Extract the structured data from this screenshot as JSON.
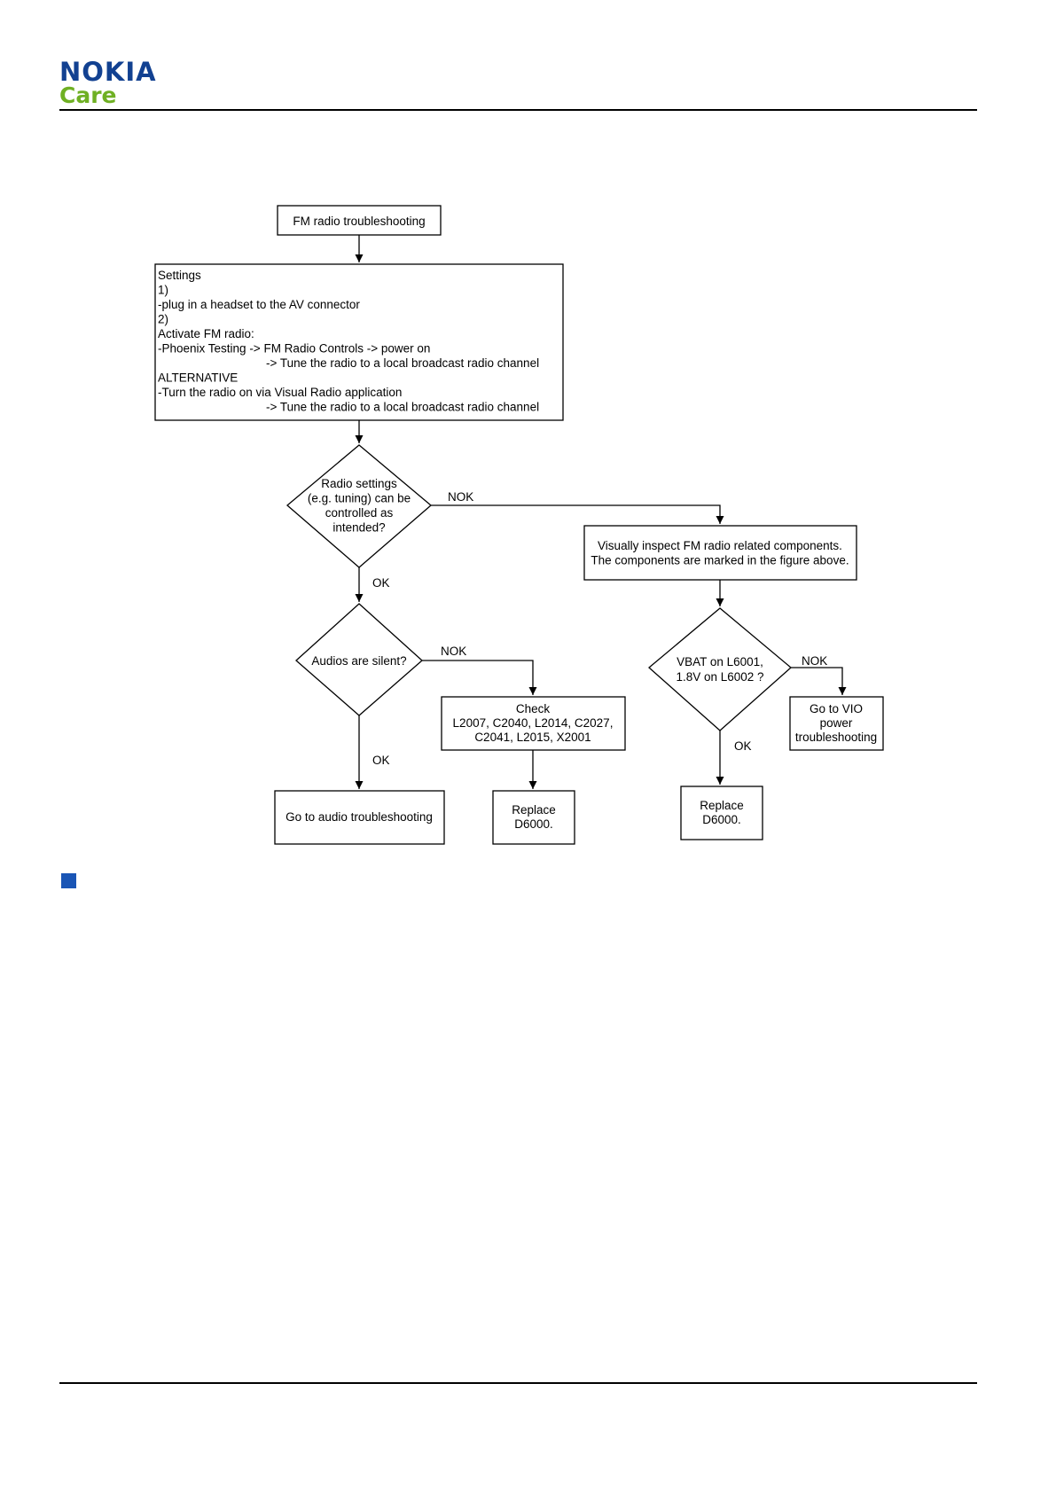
{
  "header": {
    "brand": "NOKIA",
    "sub_brand": "Care",
    "colors": {
      "brand": "#124191",
      "sub_brand": "#6fb023",
      "bullet": "#1a55b5"
    }
  },
  "flowchart": {
    "start": [
      "FM radio troubleshooting"
    ],
    "settings": [
      "Settings",
      "1)",
      "-plug in a headset to the AV connector",
      "2)",
      "Activate FM radio:",
      "-Phoenix Testing -> FM Radio Controls -> power on",
      "-> Tune the radio to a local broadcast radio channel",
      "ALTERNATIVE",
      "-Turn the radio on via Visual Radio application",
      "-> Tune the radio to a local broadcast radio channel"
    ],
    "decision_radio": [
      "Radio settings",
      "(e.g. tuning) can be",
      "controlled as",
      "intended?"
    ],
    "inspect": [
      "Visually inspect FM radio related components.",
      "The components are marked in the figure above."
    ],
    "decision_audio": [
      "Audios are silent?"
    ],
    "check": [
      "Check",
      "L2007, C2040, L2014, C2027,",
      "C2041, L2015, X2001"
    ],
    "decision_vbat": [
      "VBAT on L6001,",
      "1.8V on L6002 ?"
    ],
    "vio": [
      "Go to VIO",
      "power",
      "troubleshooting"
    ],
    "audio_ts": [
      "Go to audio troubleshooting"
    ],
    "replace_a": [
      "Replace",
      "D6000."
    ],
    "replace_b": [
      "Replace",
      "D6000."
    ],
    "labels": {
      "nok_radio": "NOK",
      "ok_radio": "OK",
      "nok_audio": "NOK",
      "ok_audio": "OK",
      "nok_vbat": "NOK",
      "ok_vbat": "OK"
    }
  }
}
